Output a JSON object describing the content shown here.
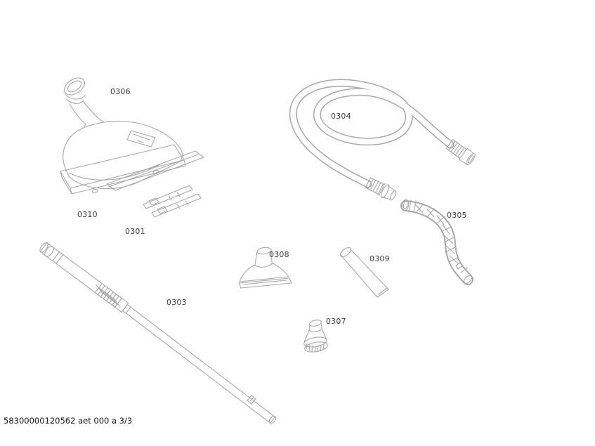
{
  "page": {
    "background_color": "#ffffff",
    "footer_text": "58300000120562 aet 000 a 3/3"
  },
  "diagram": {
    "stroke_color": "#a8a8a8",
    "label_color": "#3d3d3d",
    "parts": [
      {
        "id": "0306",
        "name": "floor-nozzle"
      },
      {
        "id": "0304",
        "name": "suction-hose"
      },
      {
        "id": "0310",
        "name": "flat-plate"
      },
      {
        "id": "0301",
        "name": "mounting-strips"
      },
      {
        "id": "0305",
        "name": "curved-handle"
      },
      {
        "id": "0308",
        "name": "upholstery-nozzle"
      },
      {
        "id": "0309",
        "name": "crevice-nozzle"
      },
      {
        "id": "0303",
        "name": "telescopic-tube"
      },
      {
        "id": "0307",
        "name": "brush-nozzle"
      }
    ]
  }
}
